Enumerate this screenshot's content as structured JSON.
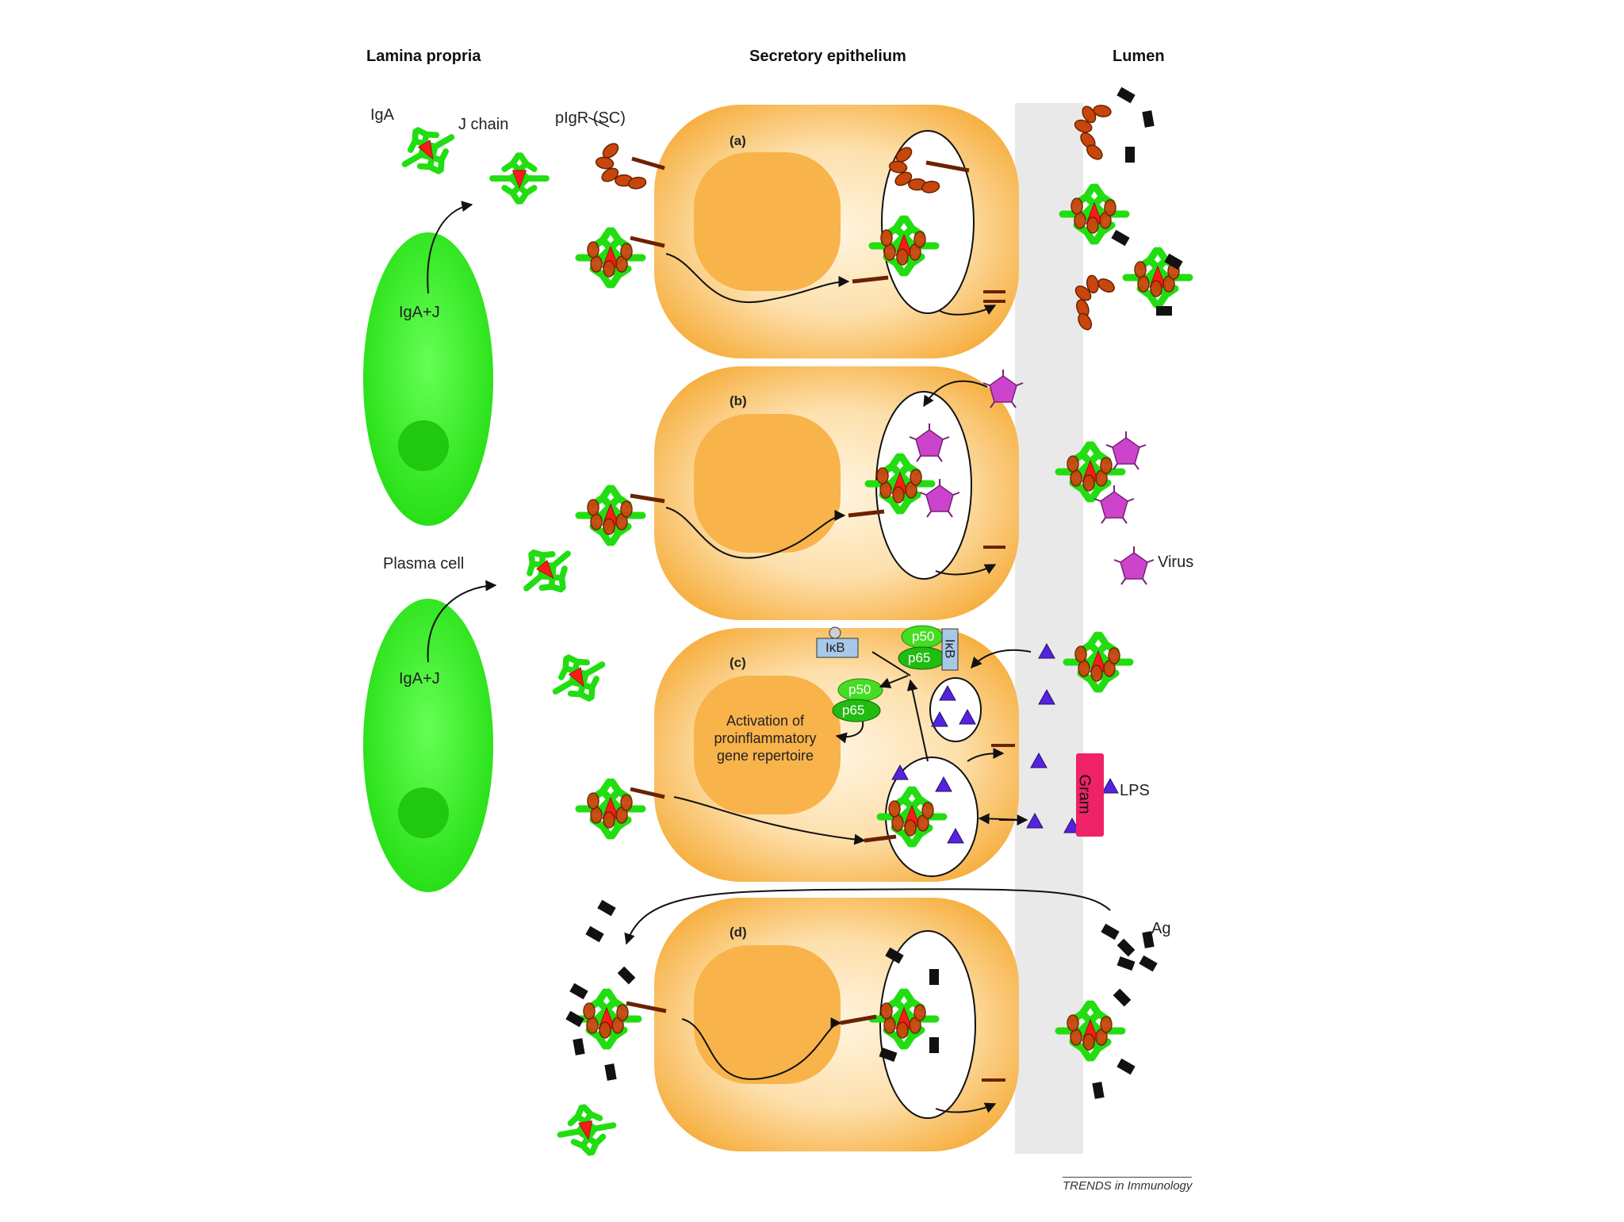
{
  "headers": {
    "left": "Lamina propria",
    "middle": "Secretory epithelium",
    "right": "Lumen"
  },
  "labels": {
    "iga": "IgA",
    "j_chain": "J chain",
    "pigr": "pIgR (SC)",
    "plasma_cell": "Plasma cell",
    "iga_j": "IgA+J",
    "virus": "Virus",
    "lps": "LPS",
    "gram": "Gram",
    "ag": "Ag",
    "ikb": "IκB",
    "p50": "p50",
    "p65": "p65",
    "activation_line1": "Activation of",
    "activation_line2": "proinflammatory",
    "activation_line3": "gene repertoire"
  },
  "panels": [
    "(a)",
    "(b)",
    "(c)",
    "(d)"
  ],
  "credit": "TRENDS in Immunology",
  "colors": {
    "cell_fill": "#f7b84e",
    "cell_light": "#fde7bf",
    "lumen": "#e8e8e8",
    "plasma_cell": "#33ee22",
    "plasma_nucleus": "#22cc11",
    "antibody": "#22dd11",
    "j_chain": "#ff1a1a",
    "pigr": "#c8460c",
    "virus": "#cc44cc",
    "lps": "#5522dd",
    "gram_bar": "#ee2266",
    "ikb": "#a8c8e8",
    "nfkb": "#44dd22"
  }
}
